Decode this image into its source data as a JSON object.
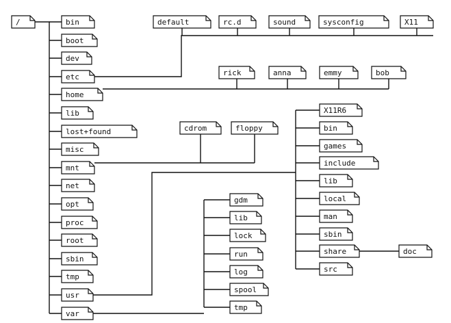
{
  "root": "/",
  "root_dirs": [
    "bin",
    "boot",
    "dev",
    "etc",
    "home",
    "lib",
    "lost+found",
    "misc",
    "mnt",
    "net",
    "opt",
    "proc",
    "root",
    "sbin",
    "tmp",
    "usr",
    "var"
  ],
  "etc_dirs": [
    "default",
    "rc.d",
    "sound",
    "sysconfig",
    "X11"
  ],
  "home_dirs": [
    "rick",
    "anna",
    "emmy",
    "bob"
  ],
  "mnt_dirs": [
    "cdrom",
    "floppy"
  ],
  "usr_dirs": [
    "X11R6",
    "bin",
    "games",
    "include",
    "lib",
    "local",
    "man",
    "sbin",
    "share",
    "src"
  ],
  "share_dirs": [
    "doc"
  ],
  "var_dirs": [
    "gdm",
    "lib",
    "lock",
    "run",
    "log",
    "spool",
    "tmp"
  ]
}
